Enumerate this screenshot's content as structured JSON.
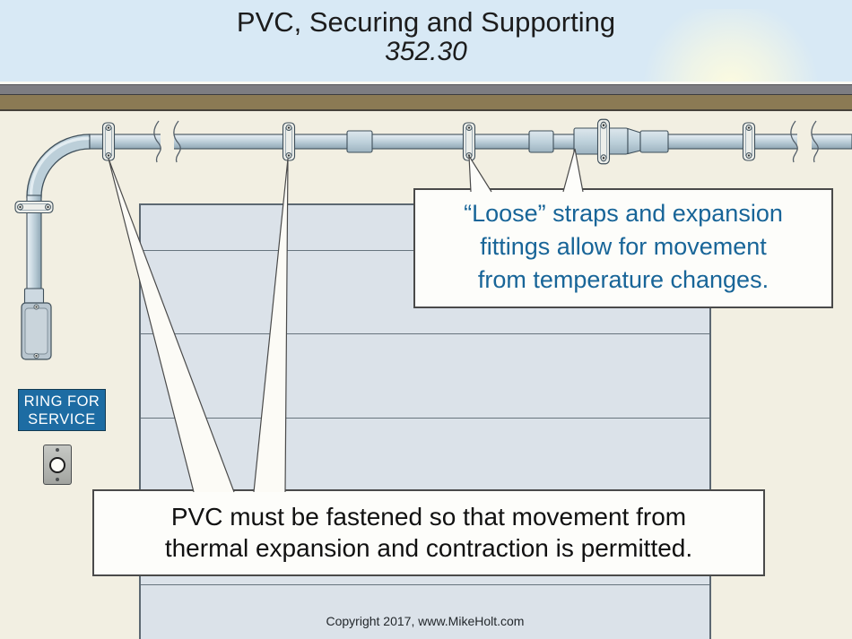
{
  "title": {
    "line1": "PVC, Securing and Supporting",
    "code": "352.30"
  },
  "callout_expansion": {
    "line1": "“Loose” straps and expansion",
    "line2": "fittings allow for movement",
    "line3": "from temperature changes."
  },
  "callout_fastened": {
    "line1": "PVC must be fastened so that movement from",
    "line2": "thermal expansion and contraction is permitted."
  },
  "service_sign": {
    "line1": "RING FOR",
    "line2": "SERVICE"
  },
  "footer": {
    "copyright": "Copyright 2017, www.MikeHolt.com"
  },
  "colors": {
    "sky": "#d8e9f5",
    "beam_gray": "#7d7d82",
    "beam_brown": "#8b7a54",
    "wall": "#f2efe2",
    "door": "#dbe2e9",
    "conduit": "#bccfd9",
    "callout_blue_text": "#186598",
    "sign_blue": "#1d6ca3"
  }
}
